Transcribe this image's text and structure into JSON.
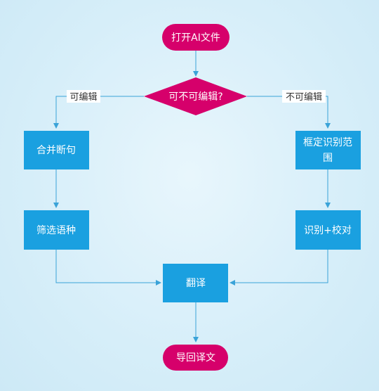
{
  "colors": {
    "terminal": "#d6006b",
    "decision": "#d6006b",
    "process": "#1aa0e0",
    "edge": "#3aa3d8",
    "text": "#ffffff"
  },
  "nodes": {
    "start": "打开AI文件",
    "decision": "可不可编辑?",
    "merge": "合并断句",
    "filter": "筛选语种",
    "frame_line1": "框定识别范",
    "frame_line2": "围",
    "recognize": "识别+校对",
    "translate": "翻译",
    "end": "导回译文"
  },
  "edges": {
    "yes_label": "可编辑",
    "no_label": "不可编辑"
  }
}
